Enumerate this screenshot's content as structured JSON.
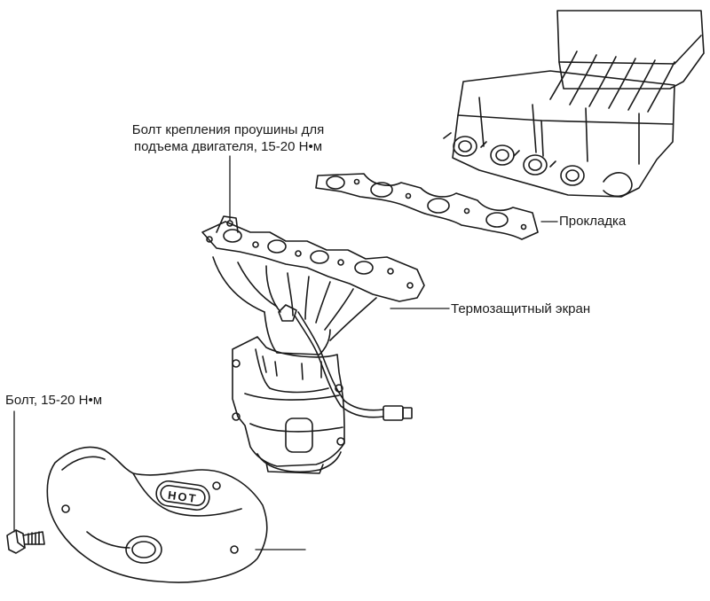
{
  "labels": {
    "lift_bolt_line1": "Болт крепления проушины для",
    "lift_bolt_line2": "подъема двигателя, 15-20 Н•м",
    "gasket": "Прокладка",
    "heat_shield": "Термозащитный экран",
    "bolt": "Болт, 15-20 Н•м"
  },
  "stamp": {
    "text": "HOT"
  },
  "colors": {
    "line": "#1a1a1a",
    "background": "#ffffff"
  }
}
